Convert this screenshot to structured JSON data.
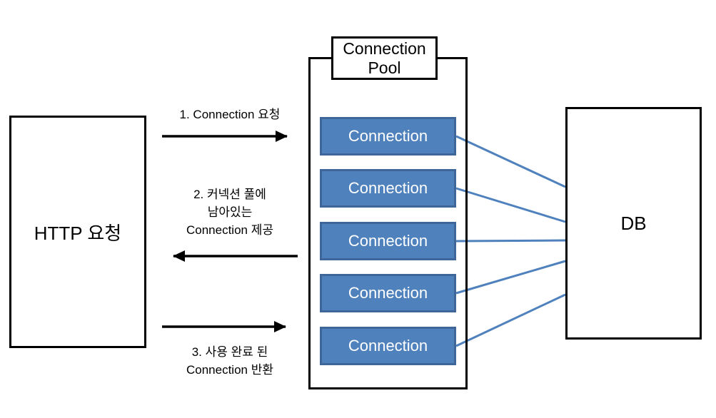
{
  "diagram": {
    "http_box": {
      "label": "HTTP 요청"
    },
    "pool": {
      "title": "Connection Pool",
      "connections": [
        {
          "label": "Connection"
        },
        {
          "label": "Connection"
        },
        {
          "label": "Connection"
        },
        {
          "label": "Connection"
        },
        {
          "label": "Connection"
        }
      ]
    },
    "db_box": {
      "label": "DB"
    },
    "steps": {
      "step1": {
        "lines": [
          "1. Connection 요청"
        ]
      },
      "step2": {
        "lines": [
          "2. 커넥션 풀에",
          "남아있는",
          "Connection 제공"
        ]
      },
      "step3": {
        "lines": [
          "3. 사용 완료 된",
          "Connection 반환"
        ]
      }
    },
    "colors": {
      "connection_fill": "#4F81BD",
      "connection_border": "#3E6699",
      "pool_line_blue": "#4F81BD",
      "arrow_black": "#000000",
      "background": "#FFFFFF"
    }
  }
}
